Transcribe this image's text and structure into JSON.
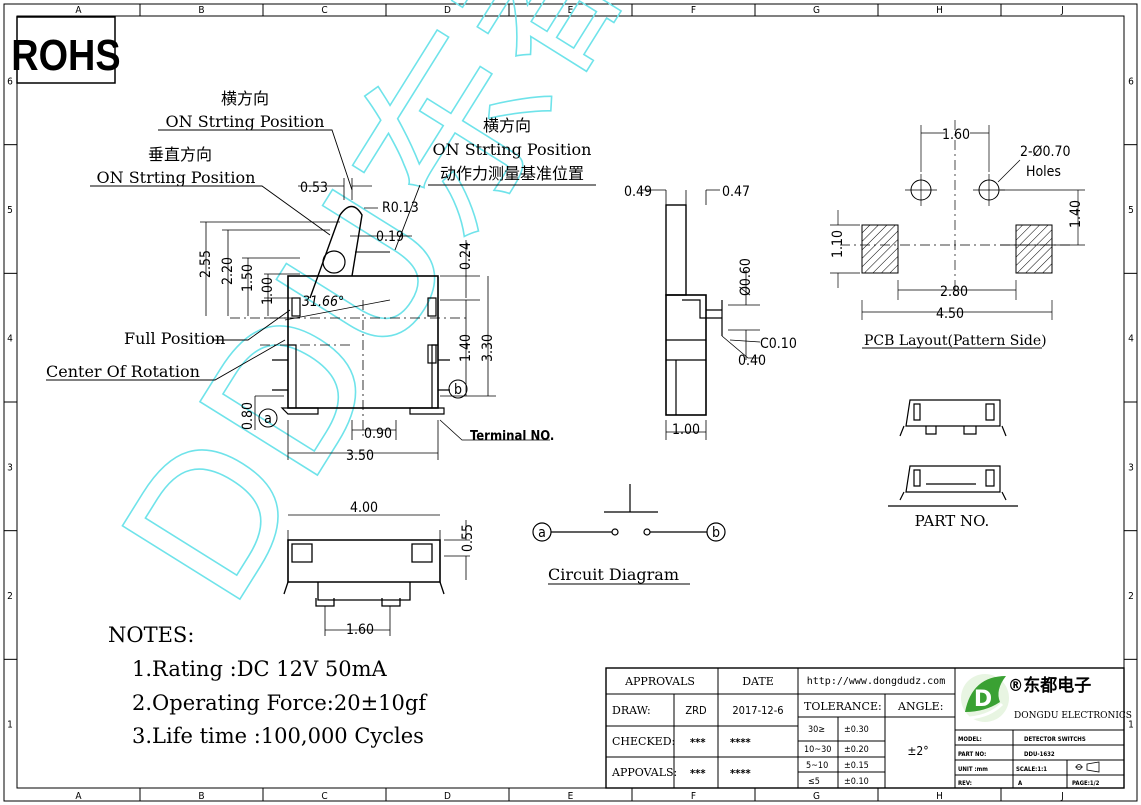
{
  "frame": {
    "cols": [
      "A",
      "B",
      "C",
      "D",
      "E",
      "F",
      "G",
      "H",
      "J"
    ],
    "rows": [
      "6",
      "5",
      "4",
      "3",
      "2",
      "1"
    ]
  },
  "rohs": "ROHS",
  "watermark": "DDU东都",
  "side_view": {
    "heng_label": "横方向",
    "on_position_1": "ON Strting Position",
    "chuizhi_label": "垂直方向",
    "on_position_2": "ON Strting Position",
    "dims": {
      "d053": "0.53",
      "r013": "R0.13",
      "d019": "0.19",
      "d255": "2.55",
      "d220": "2.20",
      "d150": "1.50",
      "d100": "1.00",
      "angle": "31.66°",
      "d024": "0.24",
      "d140": "1.40",
      "d330": "3.30",
      "d080": "0.80",
      "d090": "0.90",
      "d350": "3.50"
    },
    "full_position": "Full Position",
    "center_rotation": "Center Of Rotation",
    "terminal_a": "a",
    "terminal_b": "b",
    "terminal_no": "Terminal NO."
  },
  "middle_note": {
    "heng_label": "横方向",
    "on_position": "ON Strting Position",
    "base": "动作力测量基准位置"
  },
  "front_view": {
    "d049": "0.49",
    "d047": "0.47",
    "d060": "Ø0.60",
    "c010": "C0.10",
    "d040": "0.40",
    "d100": "1.00"
  },
  "pcb": {
    "d160": "1.60",
    "holes_1": "2-Ø0.70",
    "holes_2": "Holes",
    "d140": "1.40",
    "d110": "1.10",
    "d280": "2.80",
    "d450": "4.50",
    "caption": "PCB Layout(Pattern Side)"
  },
  "part_no": "PART NO.",
  "bottom_view": {
    "d400": "4.00",
    "d055": "0.55",
    "d160": "1.60"
  },
  "circuit": {
    "a": "a",
    "b": "b",
    "caption": "Circuit Diagram"
  },
  "notes": {
    "title": "NOTES:",
    "items": [
      "1.Rating :DC 12V 50mA",
      "2.Operating Force:20±10gf",
      "3.Life time :100,000 Cycles"
    ]
  },
  "title_block": {
    "approvals": "APPROVALS",
    "date": "DATE",
    "url": "http://www.dongdudz.com",
    "draw": "DRAW:",
    "draw_by": "ZRD",
    "draw_date": "2017-12-6",
    "checked": "CHECKED:",
    "checked_by": "***",
    "checked_date": "****",
    "appovals": "APPOVALS:",
    "appovals_by": "***",
    "appovals_date": "****",
    "tolerance": "TOLERANCE:",
    "angle": "ANGLE:",
    "angle_value": "±2°",
    "tol_rows": [
      [
        "30≥",
        "±0.30"
      ],
      [
        "10~30",
        "±0.20"
      ],
      [
        "5~10",
        "±0.15"
      ],
      [
        "≤5",
        "±0.10"
      ]
    ],
    "company_cn": "®东都电子",
    "company_en": "DONGDU ELECTRONICS",
    "model_k": "MODEL:",
    "model_v": "DETECTOR SWITCHS",
    "partno_k": "PART NO:",
    "partno_v": "DDU-1632",
    "unit_k": "UNIT :mm",
    "scale_k": "SCALE:1:1",
    "rev_k": "REV:",
    "rev_v": "A",
    "page_k": "PAGE:1/2"
  }
}
